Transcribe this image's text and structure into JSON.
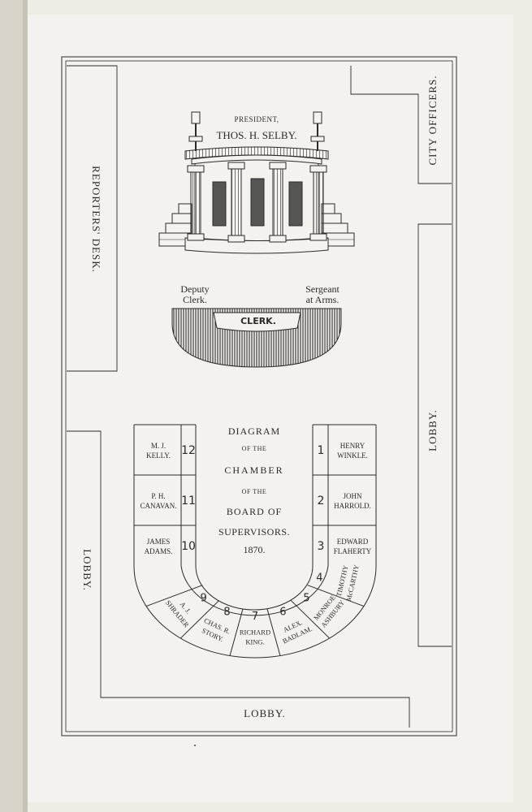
{
  "page": {
    "paper_color": "#f4f2ee",
    "ink_color": "#2a2a2a",
    "gutter_color": "#d9d4c9"
  },
  "rostrum": {
    "title": "PRESIDENT,",
    "name": "THOS. H. SELBY."
  },
  "labels": {
    "reporters_desk": "REPORTERS' DESK.",
    "city_officers": "CITY OFFICERS.",
    "lobby_right": "LOBBY.",
    "lobby_left": "LOBBY.",
    "lobby_bottom": "LOBBY.",
    "deputy_clerk_1": "Deputy",
    "deputy_clerk_2": "Clerk.",
    "sergeant_1": "Sergeant",
    "sergeant_2": "at Arms.",
    "clerk": "CLERK."
  },
  "diagram_title": {
    "line1": "DIAGRAM",
    "line2": "OF THE",
    "line3": "CHAMBER",
    "line4": "OF THE",
    "line5": "BOARD OF",
    "line6": "SUPERVISORS.",
    "line7": "1870."
  },
  "seats": [
    {
      "num": "1",
      "name1": "HENRY",
      "name2": "WINKLE."
    },
    {
      "num": "2",
      "name1": "JOHN",
      "name2": "HARROLD."
    },
    {
      "num": "3",
      "name1": "EDWARD",
      "name2": "FLAHERTY"
    },
    {
      "num": "4",
      "name1": "TIMOTHY",
      "name2": "McCARTHY"
    },
    {
      "num": "5",
      "name1": "MONROE",
      "name2": "ASHBURY"
    },
    {
      "num": "6",
      "name1": "ALEX.",
      "name2": "BADLAM."
    },
    {
      "num": "7",
      "name1": "RICHARD",
      "name2": "KING."
    },
    {
      "num": "8",
      "name1": "CHAS. R.",
      "name2": "STORY."
    },
    {
      "num": "9",
      "name1": "A. J.",
      "name2": "SHRADER"
    },
    {
      "num": "10",
      "name1": "JAMES",
      "name2": "ADAMS."
    },
    {
      "num": "11",
      "name1": "P. H.",
      "name2": "CANAVAN."
    },
    {
      "num": "12",
      "name1": "M. J.",
      "name2": "KELLY."
    }
  ]
}
